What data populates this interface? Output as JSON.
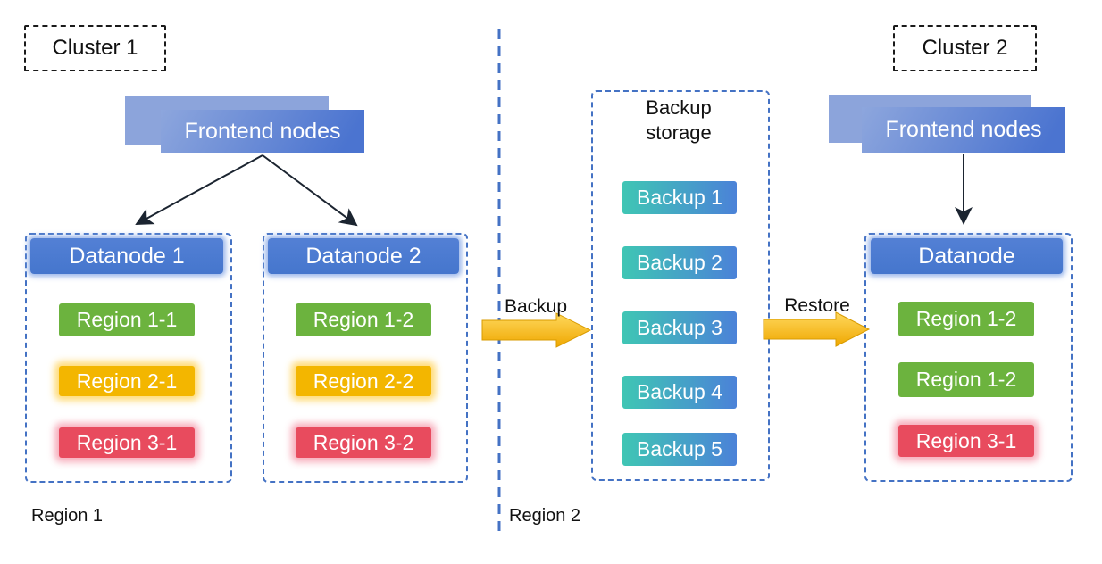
{
  "cluster1": {
    "label": "Cluster 1",
    "frontend_label": "Frontend nodes",
    "datanodes": [
      {
        "title": "Datanode 1",
        "regions": [
          {
            "label": "Region 1-1",
            "color": "green"
          },
          {
            "label": "Region 2-1",
            "color": "yellow"
          },
          {
            "label": "Region 3-1",
            "color": "red"
          }
        ]
      },
      {
        "title": "Datanode 2",
        "regions": [
          {
            "label": "Region 1-2",
            "color": "green"
          },
          {
            "label": "Region 2-2",
            "color": "yellow"
          },
          {
            "label": "Region 3-2",
            "color": "red"
          }
        ]
      }
    ],
    "region_label": "Region 1"
  },
  "backup_storage": {
    "title": "Backup storage",
    "items": [
      "Backup 1",
      "Backup 2",
      "Backup 3",
      "Backup 4",
      "Backup 5"
    ]
  },
  "flows": {
    "backup_label": "Backup",
    "restore_label": "Restore"
  },
  "cluster2": {
    "label": "Cluster 2",
    "frontend_label": "Frontend nodes",
    "datanode": {
      "title": "Datanode",
      "regions": [
        {
          "label": "Region 1-2",
          "color": "green"
        },
        {
          "label": "Region 1-2",
          "color": "green"
        },
        {
          "label": "Region 3-1",
          "color": "red"
        }
      ]
    },
    "region_label": "Region 2"
  },
  "colors": {
    "accent-blue": "#4472c4",
    "node-blue": "#4576cd",
    "frontend-back": "#8ca4db",
    "frontend-front-start": "#8da6dd",
    "frontend-front-end": "#4b74d0",
    "region-green": "#6cb33e",
    "region-yellow": "#f3b600",
    "region-red": "#e84b5e",
    "backup-teal": "#3fc6b4",
    "backup-blue": "#4b82d8",
    "arrow-gold-light": "#ffd95e",
    "arrow-gold": "#efa700",
    "arrow-gold-edge": "#d89b00",
    "connector-dark": "#1b2430",
    "glow-blue": "rgba(137,170,231,0.85)",
    "glow-yellow": "rgba(255,215,105,0.9)",
    "glow-red": "rgba(246,164,180,0.9)"
  }
}
